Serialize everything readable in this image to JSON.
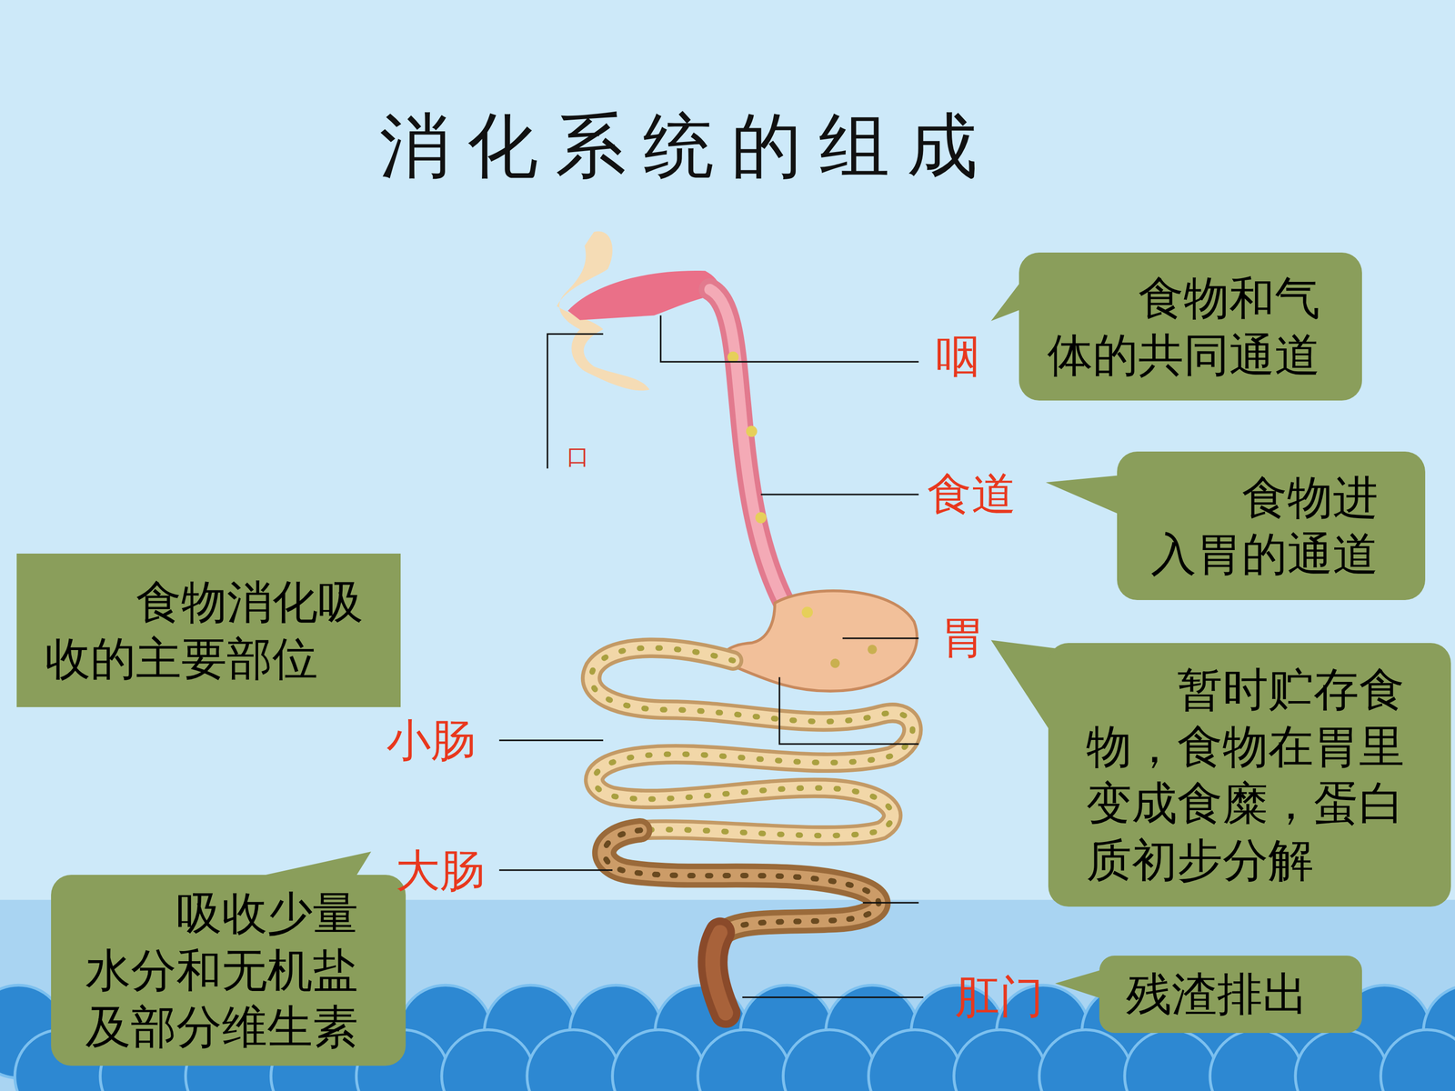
{
  "diagram": {
    "title": "消化系统的组成",
    "nodes": [
      {
        "text": [
          "食物和气 体的共同通道"
        ]
      },
      {
        "text": [
          "食物进 入胃的通道"
        ]
      },
      {
        "text": [
          "食物消化吸 收的主要部位"
        ]
      },
      {
        "text": [
          "暂时贮存食 物，食物在胃里 变成食糜，蛋白 质初步分解"
        ]
      },
      {
        "text": [
          "吸收少量 水分和无机盐 及部分维生素"
        ]
      },
      {
        "text": [
          "残渣排出"
        ]
      }
    ],
    "labels": [
      "咽",
      "口",
      "食道",
      "胃",
      "小肠",
      "大肠",
      "肛门"
    ]
  }
}
